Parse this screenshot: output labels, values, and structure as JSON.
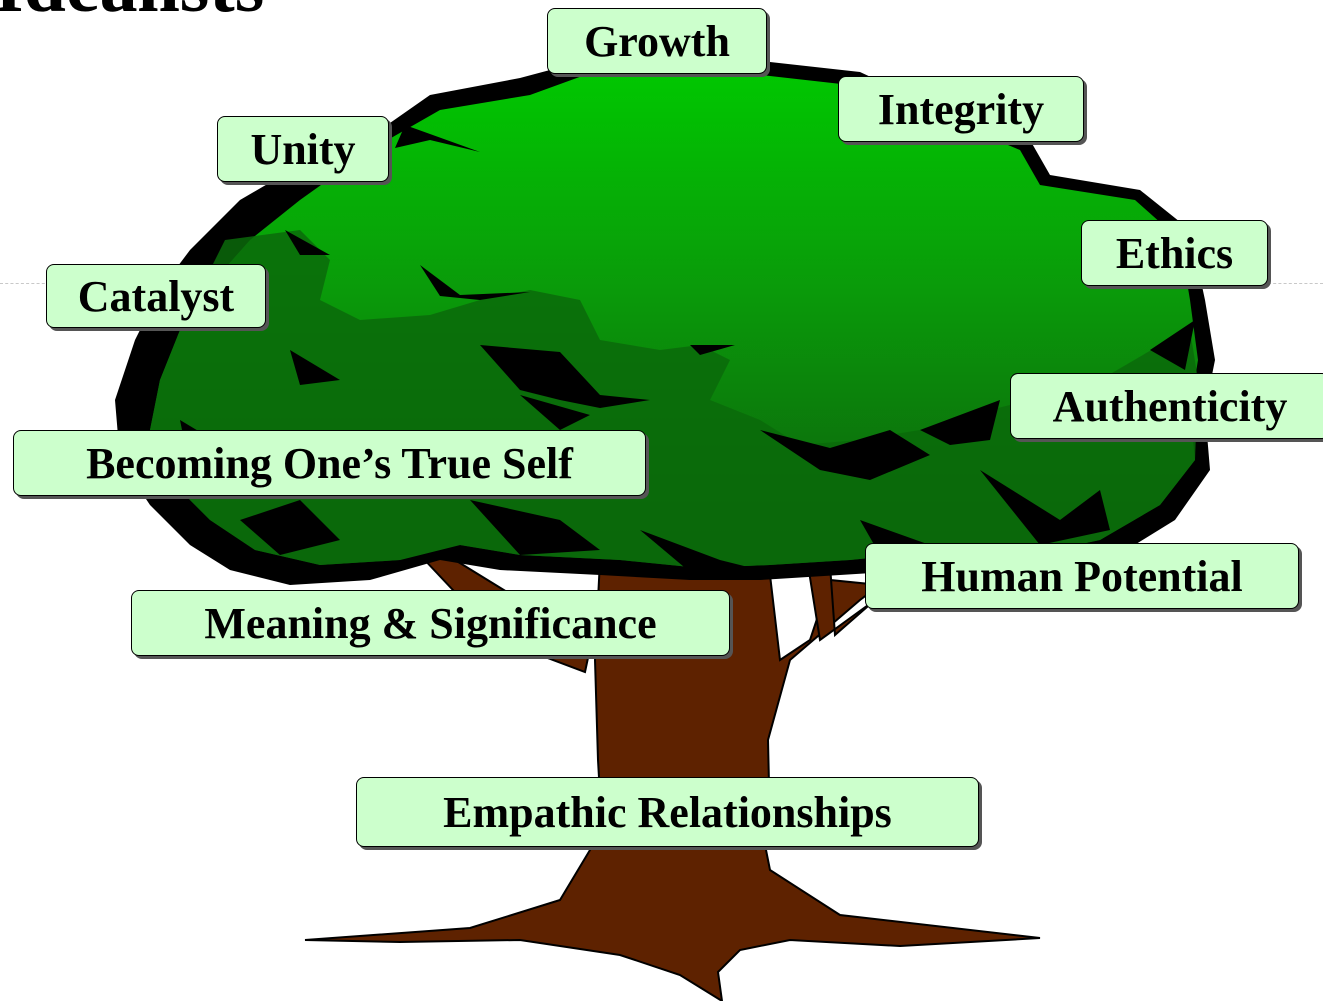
{
  "title": "Idealists",
  "colors": {
    "foliage_light": "#00c400",
    "foliage_dark": "#003f00",
    "foliage_shadow": "#000000",
    "trunk": "#5e2200",
    "label_fill": "#ccffcc"
  },
  "values": {
    "growth": "Growth",
    "integrity": "Integrity",
    "unity": "Unity",
    "ethics": "Ethics",
    "catalyst": "Catalyst",
    "authenticity": "Authenticity",
    "true_self": "Becoming One’s True Self",
    "human_potential": "Human Potential",
    "meaning": "Meaning  & Significance",
    "empathic": "Empathic  Relationships"
  }
}
